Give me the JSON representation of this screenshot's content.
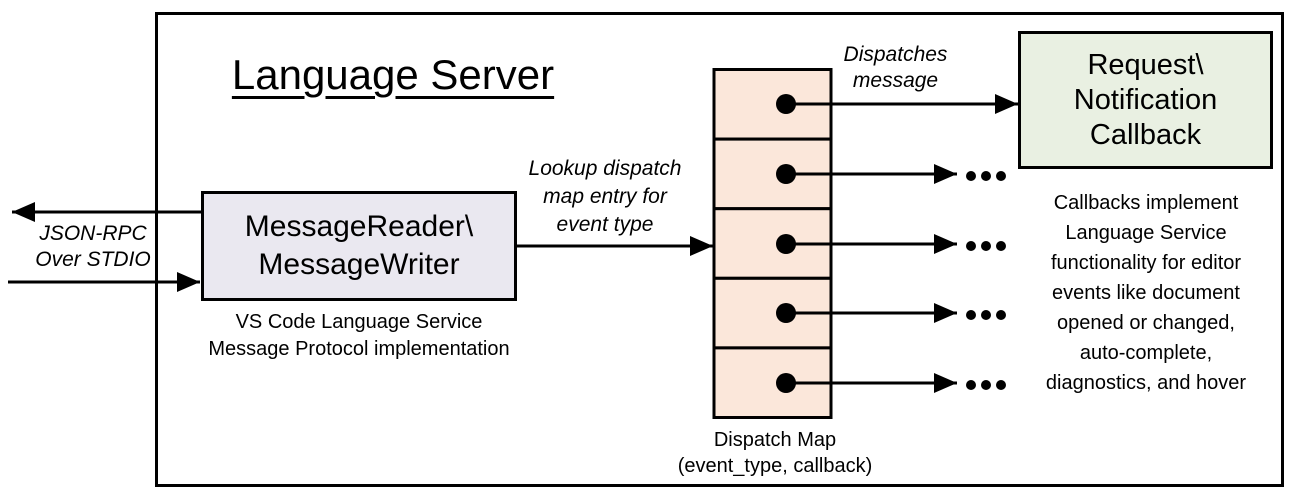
{
  "diagram": {
    "title": "Language Server",
    "stdio": {
      "label": "JSON-RPC\nOver STDIO"
    },
    "message_reader": {
      "label": "MessageReader\\\nMessageWriter",
      "caption": "VS Code Language Service\nMessage Protocol implementation"
    },
    "lookup_label": "Lookup dispatch\nmap entry for\nevent type",
    "dispatches_label": "Dispatches\nmessage",
    "dispatch_map": {
      "label": "Dispatch Map\n(event_type, callback)",
      "rows": 5,
      "ellipsis_icon": "..."
    },
    "callback": {
      "label": "Request\\\nNotification\nCallback",
      "caption": "Callbacks implement\nLanguage Service\nfunctionality for editor\nevents like document\nopened or changed,\nauto-complete,\ndiagnostics, and hover"
    },
    "colors": {
      "reader_fill": "#EAE8F0",
      "map_fill": "#FBE7DA",
      "callback_fill": "#E9F0E2",
      "stroke": "#000000"
    }
  }
}
